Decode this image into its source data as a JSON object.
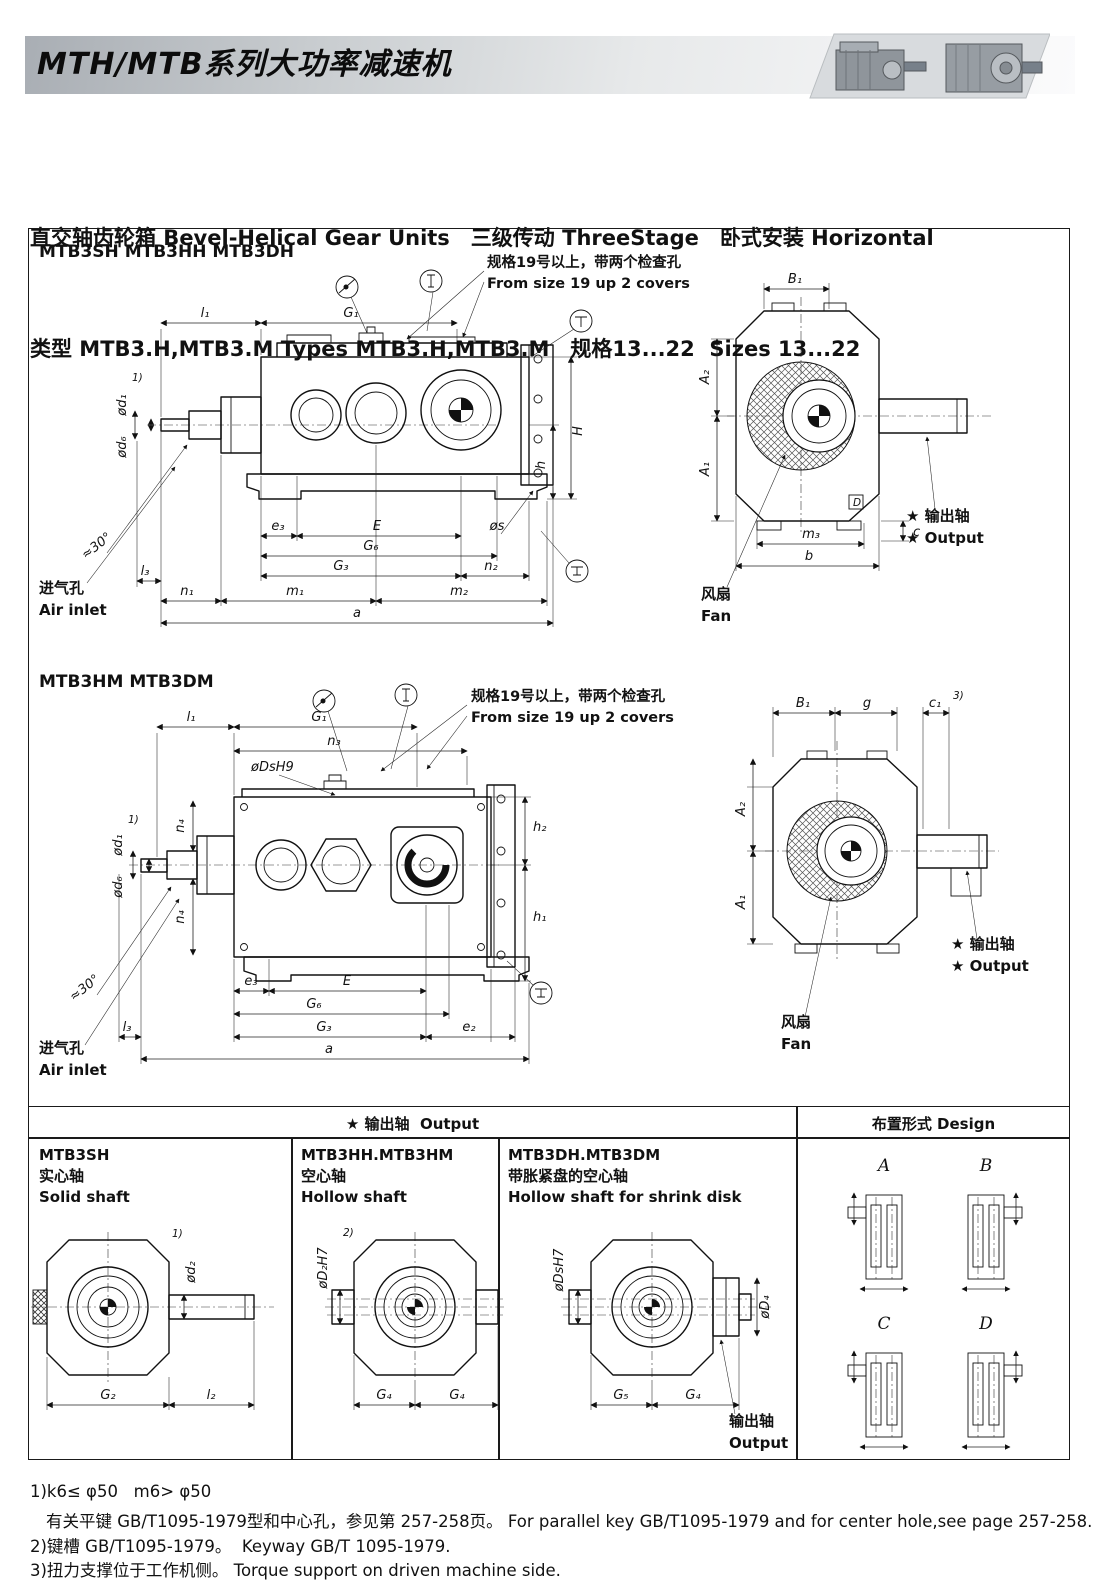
{
  "header": {
    "title": "MTH/MTB系列大功率减速机"
  },
  "intro": {
    "line1": "直交轴齿轮箱 Bevel-Helical Gear Units　三级传动 ThreeStage　卧式安装 Horizontal",
    "line2": "类型 MTB3.H,MTB3.M Types MTB3.H,MTB3.M　规格13...22  Sizes 13...22"
  },
  "sec1": {
    "title": "MTB3SH MTB3HH MTB3DH",
    "note_cn": "规格19号以上，带两个检查孔",
    "note_en": "From size 19 up 2 covers",
    "air_cn": "进气孔",
    "air_en": "Air inlet",
    "fan_cn": "风扇",
    "fan_en": "Fan",
    "out_cn": "★ 输出轴",
    "out_en": "★ Output",
    "labels": {
      "l1": "l₁",
      "G1": "G₁",
      "note1": "1)",
      "d1": "ød₁",
      "d6": "ød₆",
      "deg": "≈30°",
      "l3": "l₃",
      "e3": "e₃",
      "E": "E",
      "s": "øs",
      "G6": "G₆",
      "G3": "G₃",
      "n2": "n₂",
      "n1": "n₁",
      "m1": "m₁",
      "m2": "m₂",
      "a": "a",
      "H": "H",
      "h": "h",
      "B1": "B₁",
      "A2": "A₂",
      "A1": "A₁",
      "m3": "m₃",
      "b": "b",
      "c": "c",
      "D": "D"
    }
  },
  "sec2": {
    "title": "MTB3HM MTB3DM",
    "note_cn": "规格19号以上，带两个检查孔",
    "note_en": "From size 19 up 2 covers",
    "air_cn": "进气孔",
    "air_en": "Air inlet",
    "fan_cn": "风扇",
    "fan_en": "Fan",
    "out_cn": "★ 输出轴",
    "out_en": "★ Output",
    "labels": {
      "l1": "l₁",
      "G1": "G₁",
      "n3": "n₃",
      "DsH9": "øDsH9",
      "note1": "1)",
      "d1": "ød₁",
      "d6": "ød₆",
      "n4a": "n₄",
      "n4b": "n₄",
      "deg": "≈30°",
      "l3": "l₃",
      "e3": "e₃",
      "E": "E",
      "G6": "G₆",
      "G3": "G₃",
      "e2": "e₂",
      "a": "a",
      "h2": "h₂",
      "h1": "h₁",
      "B1": "B₁",
      "g": "g",
      "c1": "c₁",
      "note3": "3)",
      "A2": "A₂",
      "A1": "A₁"
    }
  },
  "bottom": {
    "output_header": "★ 输出轴  Output",
    "design_header": "布置形式 Design",
    "col1": {
      "name": "MTB3SH",
      "cn": "实心轴",
      "en": "Solid shaft",
      "note1": "1)",
      "d2": "ød₂",
      "G2": "G₂",
      "l2": "l₂"
    },
    "col2": {
      "name": "MTB3HH.MTB3HM",
      "cn": "空心轴",
      "en": "Hollow shaft",
      "note2": "2)",
      "D2H7": "øD₂H7",
      "G4a": "G₄",
      "G4b": "G₄"
    },
    "col3": {
      "name": "MTB3DH.MTB3DM",
      "cn": "带胀紧盘的空心轴",
      "en": "Hollow shaft for shrink disk",
      "DsH7": "øDsH7",
      "D4": "øD₄",
      "G5": "G₅",
      "G4": "G₄",
      "out_cn": "输出轴",
      "out_en": "Output"
    },
    "design": {
      "A": "A",
      "B": "B",
      "C": "C",
      "D": "D"
    }
  },
  "footnotes": {
    "f1": "1)k6≤ φ50   m6> φ50",
    "f1b": "有关平键 GB/T1095-1979型和中心孔，参见第 257-258页。 For parallel key GB/T1095-1979 and for center hole,see page 257-258.",
    "f2": "2)键槽 GB/T1095-1979。  Keyway GB/T 1095-1979.",
    "f3": "3)扭力支撑位于工作机侧。 Torque support on driven machine side."
  }
}
